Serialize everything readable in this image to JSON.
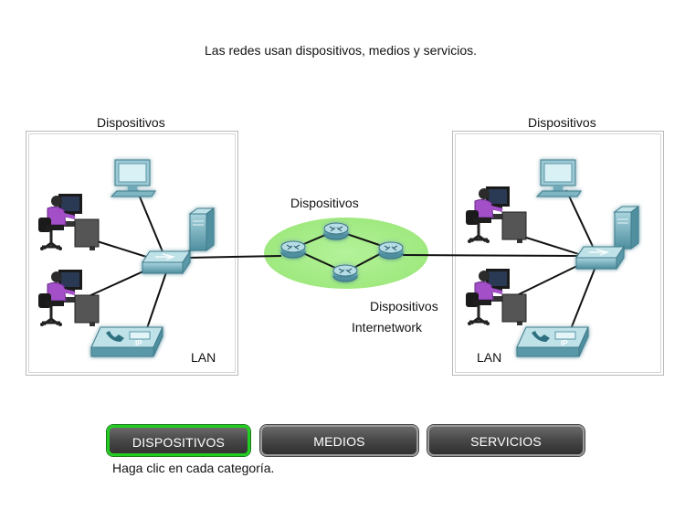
{
  "title": "Las redes usan dispositivos, medios y servicios.",
  "left_lan": {
    "header": "Dispositivos",
    "label": "LAN"
  },
  "right_lan": {
    "header": "Dispositivos",
    "label": "LAN"
  },
  "internetwork": {
    "top_label": "Dispositivos",
    "bottom_label": "Dispositivos",
    "name": "Internetwork",
    "cloud_color": "#a6ee88"
  },
  "buttons": [
    {
      "label": "DISPOSITIVOS",
      "state": "active"
    },
    {
      "label": "MEDIOS",
      "state": "inactive"
    },
    {
      "label": "SERVICIOS",
      "state": "inactive"
    }
  ],
  "instruction": "Haga clic en cada categoría.",
  "colors": {
    "active_border": "#22cc22",
    "device_teal": "#6fa9b8",
    "device_glow": "#f5a623",
    "user_shirt": "#a24fc8"
  },
  "icons": [
    "switch-icon",
    "router-icon",
    "server-icon",
    "monitor-icon",
    "ip-phone-icon",
    "workstation-user-icon"
  ]
}
